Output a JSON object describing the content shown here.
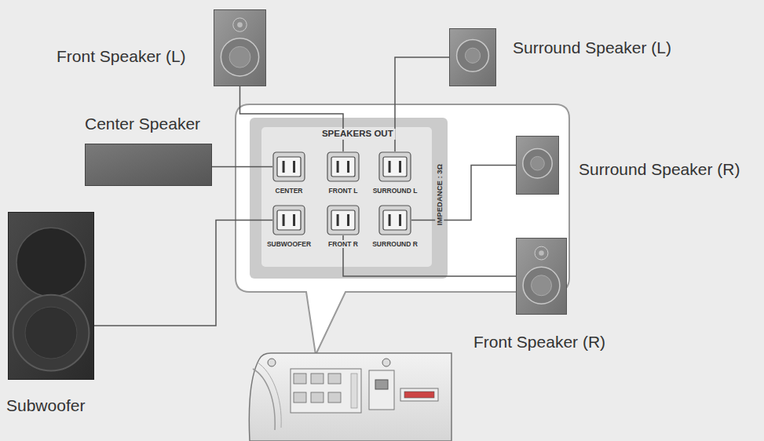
{
  "diagram": {
    "nodes": [
      {
        "text": [
          "Front Speaker (L)"
        ]
      },
      {
        "text": [
          "Surround Speaker (L)"
        ]
      },
      {
        "text": [
          "Center Speaker"
        ]
      },
      {
        "text": [
          "SPEAKERS OUT",
          "IMPEDANCE : 3Ω"
        ]
      },
      {
        "text": [
          "CENTER"
        ],
        "in": 3
      },
      {
        "text": [
          "FRONT L"
        ],
        "in": 3
      },
      {
        "text": [
          "SURROUND L"
        ],
        "in": 3
      },
      {
        "text": [
          "SUBWOOFER"
        ],
        "in": 3
      },
      {
        "text": [
          "FRONT R"
        ],
        "in": 3
      },
      {
        "text": [
          "SURROUND R"
        ],
        "in": 3
      },
      {
        "text": [
          "Surround Speaker (R)"
        ]
      },
      {
        "text": [
          "Subwoofer"
        ]
      },
      {
        "text": [
          "Front Speaker (R)"
        ]
      }
    ],
    "edges": [
      {
        "from": 2,
        "to": 4,
        "arrow": "none"
      },
      {
        "from": 0,
        "to": 5,
        "arrow": "none"
      },
      {
        "from": 1,
        "to": 6,
        "arrow": "none"
      },
      {
        "from": 10,
        "to": 9,
        "arrow": "none"
      },
      {
        "from": 11,
        "to": 7,
        "arrow": "none"
      },
      {
        "from": 12,
        "to": 8,
        "arrow": "none"
      }
    ]
  }
}
